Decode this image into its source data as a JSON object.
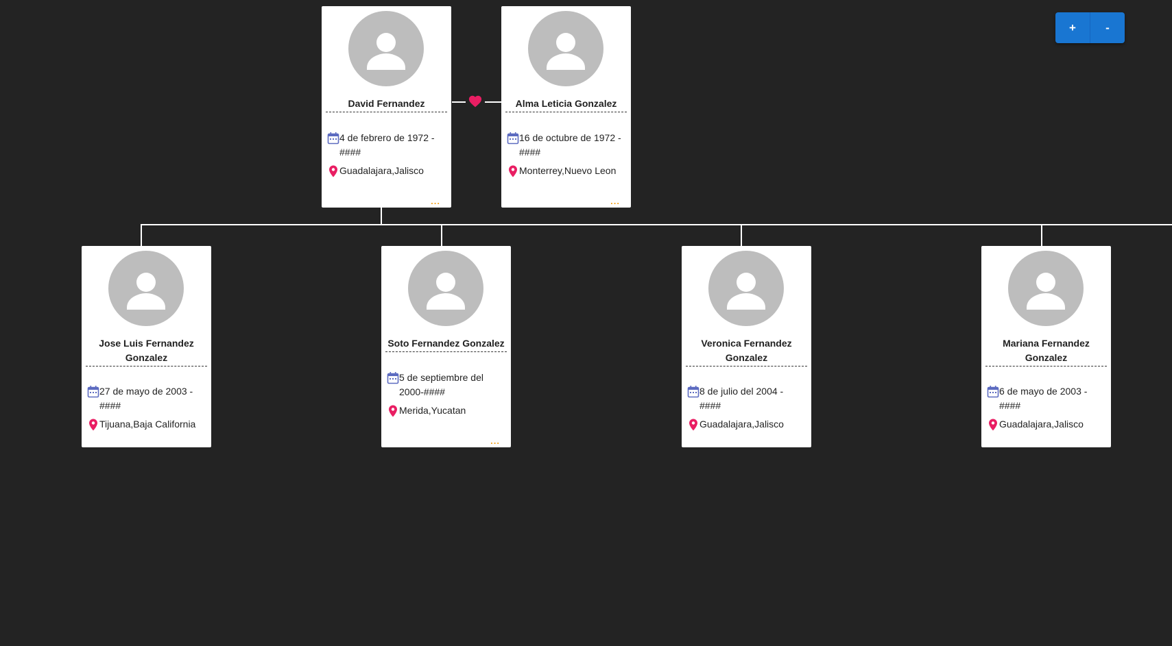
{
  "zoom": {
    "in_label": "+",
    "out_label": "-"
  },
  "colors": {
    "calendar": "#5c6bc0",
    "pin": "#e91e63",
    "heart": "#e91e63",
    "more": "#f5a623",
    "button": "#1976d2"
  },
  "parents": [
    {
      "name": "David Fernandez",
      "date": "4 de febrero de 1972 - ####",
      "place": "Guadalajara,Jalisco",
      "more": "..."
    },
    {
      "name": "Alma Leticia Gonzalez",
      "date": "16 de octubre de 1972 - ####",
      "place": "Monterrey,Nuevo Leon",
      "more": "..."
    }
  ],
  "children": [
    {
      "name": "Jose Luis Fernandez Gonzalez",
      "date": "27 de mayo de 2003 - ####",
      "place": "Tijuana,Baja California",
      "more": ""
    },
    {
      "name": "Soto Fernandez Gonzalez",
      "date": "5 de septiembre del 2000-####",
      "place": "Merida,Yucatan",
      "more": "..."
    },
    {
      "name": "Veronica Fernandez Gonzalez",
      "date": "8 de julio del 2004 - ####",
      "place": "Guadalajara,Jalisco",
      "more": ""
    },
    {
      "name": "Mariana Fernandez Gonzalez",
      "date": "6 de mayo de 2003 - ####",
      "place": "Guadalajara,Jalisco",
      "more": ""
    }
  ],
  "icons": {
    "calendar": "calendar-icon",
    "location": "location-pin-icon",
    "avatar": "person-icon",
    "heart": "heart-icon"
  }
}
